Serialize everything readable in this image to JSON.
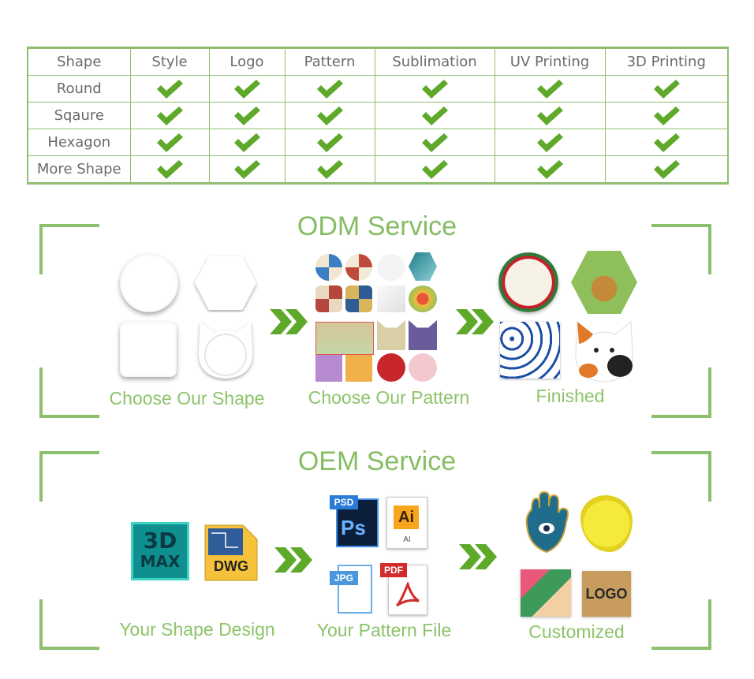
{
  "table": {
    "headers": [
      "Shape",
      "Style",
      "Logo",
      "Pattern",
      "Sublimation",
      "UV Printing",
      "3D Printing"
    ],
    "rows": [
      "Round",
      "Sqaure",
      "Hexagon",
      "More Shape"
    ]
  },
  "odm": {
    "title": "ODM Service",
    "step1": "Choose Our Shape",
    "step2": "Choose Our Pattern",
    "step3": "Finished"
  },
  "oem": {
    "title": "OEM Service",
    "step1": "Your Shape Design",
    "step2": "Your Pattern File",
    "step3": "Customized",
    "icons": {
      "max_line1": "3D",
      "max_line2": "MAX",
      "dwg": "DWG",
      "psd_tag": "PSD",
      "psd": "Ps",
      "ai": "Ai",
      "ai_sub": "AI",
      "jpg": "JPG",
      "pdf": "PDF",
      "logo": "LOGO"
    }
  },
  "colors": {
    "accent": "#86bd63",
    "check": "#5ea82a"
  }
}
